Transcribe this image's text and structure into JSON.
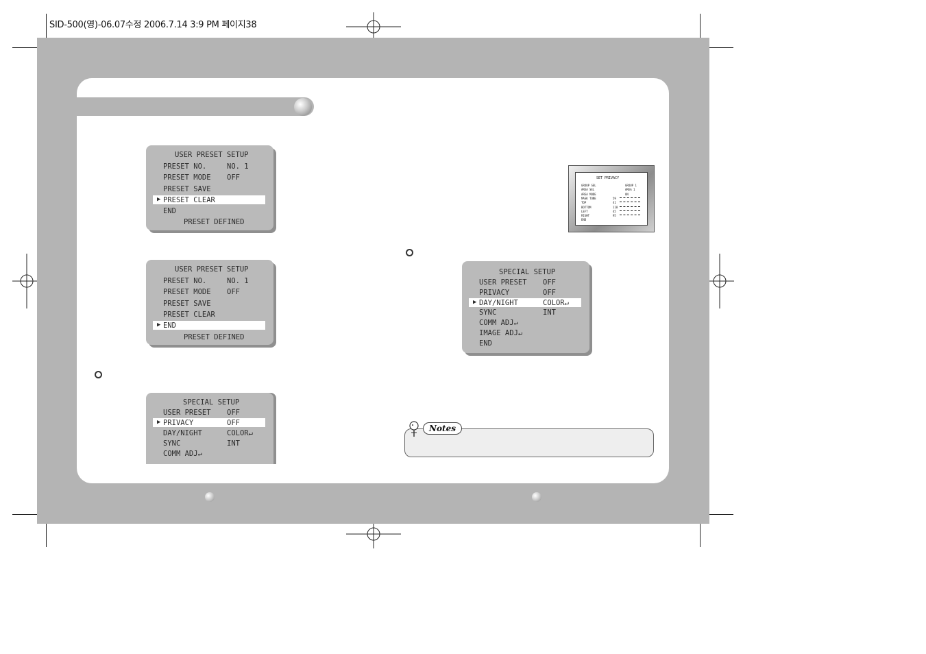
{
  "header": {
    "file_info": "SID-500(영)-06.07수정  2006.7.14 3:9 PM  페이지38"
  },
  "osd_panels": [
    {
      "title": "USER PRESET SETUP",
      "rows": [
        {
          "label": "PRESET NO.",
          "value": "NO. 1"
        },
        {
          "label": "PRESET MODE",
          "value": "OFF"
        },
        {
          "label": "PRESET SAVE",
          "value": ""
        },
        {
          "label": "PRESET CLEAR",
          "value": ""
        },
        {
          "label": "END",
          "value": ""
        }
      ],
      "selected_index": 3,
      "footer": "PRESET DEFINED"
    },
    {
      "title": "USER PRESET SETUP",
      "rows": [
        {
          "label": "PRESET NO.",
          "value": "NO. 1"
        },
        {
          "label": "PRESET MODE",
          "value": "OFF"
        },
        {
          "label": "PRESET SAVE",
          "value": ""
        },
        {
          "label": "PRESET CLEAR",
          "value": ""
        },
        {
          "label": "END",
          "value": ""
        }
      ],
      "selected_index": 4,
      "footer": "PRESET DEFINED"
    },
    {
      "title": "SPECIAL SETUP",
      "rows": [
        {
          "label": "USER PRESET",
          "value": "OFF"
        },
        {
          "label": "PRIVACY",
          "value": "OFF"
        },
        {
          "label": "DAY/NIGHT",
          "value": "COLOR↵"
        },
        {
          "label": "SYNC",
          "value": "INT"
        },
        {
          "label": "COMM ADJ↵",
          "value": ""
        }
      ],
      "selected_index": 1,
      "footer": ""
    },
    {
      "title": "SPECIAL SETUP",
      "rows": [
        {
          "label": "USER PRESET",
          "value": "OFF"
        },
        {
          "label": "PRIVACY",
          "value": "OFF"
        },
        {
          "label": "DAY/NIGHT",
          "value": "COLOR↵"
        },
        {
          "label": "SYNC",
          "value": "INT"
        },
        {
          "label": "COMM ADJ↵",
          "value": ""
        },
        {
          "label": "IMAGE ADJ↵",
          "value": ""
        },
        {
          "label": "END",
          "value": ""
        }
      ],
      "selected_index": 2,
      "footer": ""
    }
  ],
  "privacy_screen": {
    "title": "SET PRIVACY",
    "rows": [
      {
        "label": "GROUP SEL",
        "value": "GROUP 1"
      },
      {
        "label": "AREA SEL",
        "value": "AREA 1"
      },
      {
        "label": "AREA MODE",
        "value": "ON"
      },
      {
        "label": "MASK TONE",
        "value": "59"
      },
      {
        "label": "TOP",
        "value": "41"
      },
      {
        "label": "BOTTOM",
        "value": "118"
      },
      {
        "label": "LEFT",
        "value": "45"
      },
      {
        "label": "RIGHT",
        "value": "95"
      },
      {
        "label": "END",
        "value": ""
      }
    ]
  },
  "notes": {
    "label": "Notes"
  },
  "colors": {
    "page_gray": "#b4b4b4",
    "osd_gray": "#bababa",
    "highlight": "#ffffff"
  }
}
